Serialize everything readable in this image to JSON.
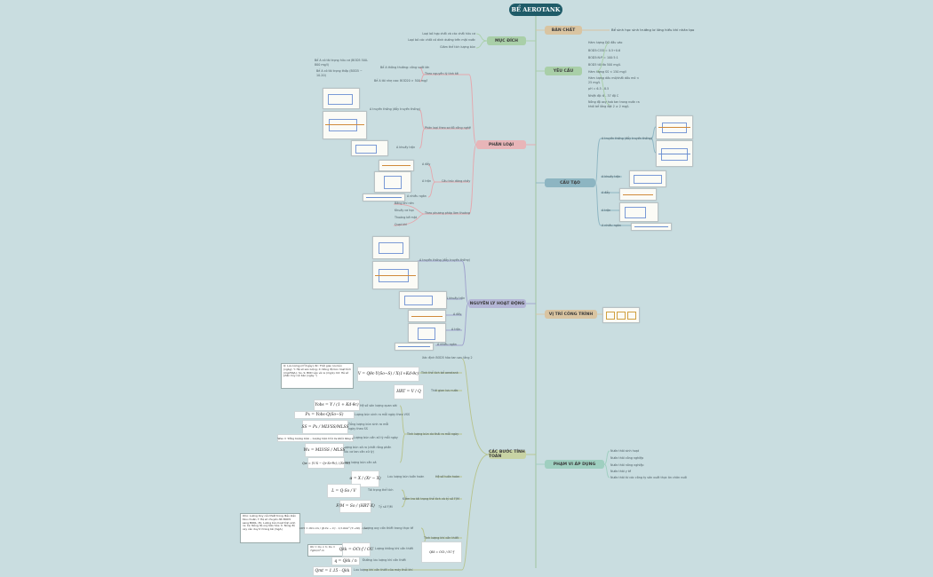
{
  "title": "BỂ AEROTANK",
  "colors": {
    "root": "#1f5b68",
    "tan": "#d9c4a1",
    "green": "#a9cfa8",
    "blue": "#8db5c2",
    "pink": "#e8b5b8",
    "purple": "#b4b6d6",
    "olive": "#c8d3a4",
    "teal": "#9fcfc0",
    "line_right": "#9cc29a",
    "line_pink": "#e5a7ad",
    "line_purple": "#9ea1cc",
    "line_olive": "#b7c38d"
  },
  "right": {
    "ban_chat": {
      "label": "BẢN CHẤT",
      "text": "Bể sinh học sinh trưởng lơ lửng hiếu khí nhân tạo"
    },
    "yeu_cau": {
      "label": "YÊU CẦU",
      "items": [
        "Hàm lượng DO đầu vào",
        "BOD5:COD = 0.5÷0.6",
        "BOD5:N:P = 100:5:1",
        "BOD5 tối đa 500 mg/L",
        "Hàm lượng SS < 150 mg/l",
        "Hàm lượng dầu mỡ/chất dầu mỏ < 25 mg/L",
        "pH = 6.5 - 8.5",
        "Nhiệt độ: 6 - 37 độ C",
        "Nồng độ oxy hoà tan trong nước ra khỏi bể lắng đợt 2 ≥ 2 mg/L"
      ]
    },
    "cau_tao": {
      "label": "CẤU TẠO",
      "items": [
        "A truyền thống (đẩy truyền thống)",
        "A khuấy trộn",
        "A đẩy",
        "A trộn",
        "A nhiều ngăn"
      ]
    },
    "vi_tri": {
      "label": "VỊ TRÍ CÔNG TRÌNH"
    },
    "pham_vi": {
      "label": "PHẠM VI ÁP DỤNG",
      "items": [
        "Nước thải sinh hoạt",
        "Nước thải công nghiệp",
        "Nước thải nông nghiệp",
        "Nước thải y tế",
        "Nước thải từ các công ty sản xuất thực ăn chăn nuôi"
      ]
    }
  },
  "left": {
    "muc_dich": {
      "label": "MỤC ĐÍCH",
      "items": [
        "Loại bỏ hợp chất và các chất hữu cơ",
        "Loại bỏ các chất có dinh dưỡng trên mặt nước",
        "Giảm thể tích lượng bùn"
      ]
    },
    "phan_loai": {
      "label": "PHÂN LOẠI",
      "theo_tai": "Theo nguyên lý tính tải",
      "tai_thap": "Bể A thông thường: công suất lớn",
      "tai_cao": "Bể A tải nhẹ cao: BOD20 > 500 mg/l",
      "tai_note1": "Bể A có tải trọng hữu cơ (BOD5 500-800 mg/l)",
      "tai_note2": "Bể A có tải trọng thấp (BOD5 ~ 10-20)",
      "theo_so_do": "Phân loại theo sơ đồ công nghệ",
      "a_truyen_thong": "A truyền thống (đẩy truyền thống)",
      "a_khuay_tron": "A khuấy trộn",
      "theo_cau_tao": "Cấu trúc dòng chảy",
      "a_day": "A đẩy",
      "a_tron": "A trộn",
      "a_nhieu_ngan": "A nhiều ngăn",
      "theo_phuong_phap": "Theo phương pháp làm thoáng",
      "pp_items": [
        "Bằng khí nén",
        "Khuấy cơ học",
        "Thoáng bề mặt",
        "Quạt khí"
      ]
    },
    "nguyen_ly": {
      "label": "NGUYÊN LÝ HOẠT ĐỘNG",
      "items": [
        "A truyền thống (đẩy truyền thống)",
        "A khuấy trộn",
        "A đẩy",
        "A trộn",
        "A nhiều ngăn"
      ]
    },
    "tinh_toan": {
      "label": "CÁC BƯỚC TÍNH TOÁN",
      "s1": "Xác định BOD5 hòa tan sau lắng 2",
      "s2": "Tính thể tích bể aerotank",
      "s3": "Thời gian lưu nước",
      "s4": "Tính lượng bùn dư thải ra mỗi ngày",
      "s4a": "Hệ số sản lượng quan sát",
      "s4b": "Lượng bùn sinh ra mỗi ngày theo VSS",
      "s4c": "Tổng lượng bùn sinh ra mỗi ngày theo SS",
      "s4d": "Lượng bùn cần xử lý mỗi ngày",
      "s4e": "Lượng bùn xả ra (chất rắng phần hữu cơ tan cần xử lý)",
      "s4f": "Lưu lượng bùn cần xả",
      "s5": "Hệ số tuần hoàn",
      "s5a": "Lưu lượng bùn tuần hoàn",
      "s6": "Kiểm tra tải trọng thể tích và tỷ số F/M",
      "s6a": "Tải trọng thể tích",
      "s6b": "Tỷ số F/M",
      "s7": "Tính lượng khí cần thiết",
      "s7a": "Lượng oxy cần thiết trong thực tế",
      "s7b": "Lượng không khí cần thiết",
      "s7c": "Đường lưu lượng khí cần thiết",
      "s7d": "Lưu lượng khí cần thiết của máy thổi khí",
      "note1": "Q: Lưu lượng (m³/ngày); θc: Thời gian lưu bùn (ngày); Y: Hệ số sản lượng; X: Nồng độ bùn hoạt tính (mgVSS/L); So, S: BOD vào và ra (mg/L); Kd: Hệ số phân hủy nội bào (ngày⁻¹)",
      "note2": "OCo: Lượng Oxy cần thiết trong điều kiện tiêu chuẩn; f: Hệ số chuyển đổi BOD5 sang BODL; Px: Lượng bùn hoạt tính sinh ra; Cs: Nồng độ oxy bão hòa; C: Nồng độ oxy cần duy trì trong bể (mg/L)",
      "note3": "OU = Ou × h; Ou = 7gO₂/m³.m",
      "f_v": "V = Qθc·Y(So−S) / X(1+Kd·θc)",
      "f_hrt": "HRT = V / Q",
      "f_yobs": "Yobs = Y / (1 + Kd·θc)",
      "f_px": "Px = Yobs·Q(So−S)",
      "f_ss": "SS = Px / MLVSS/MLSS",
      "f_ss_label": "Wss = Tổng lượng bùn – Lượng bùn trôi ra khỏi lắng 2",
      "f_wx": "Wx = MLVSS / MLSS",
      "f_qw": "Qw = (V·X − Qr·Xr·θc) / (Xr·θc)",
      "f_alpha": "α = X / (Xr − X)",
      "f_qr": "Qr = α·Q",
      "f_load": "L = Q·So / V",
      "f_fm": "F/M = So / (HRT·X)",
      "f_oc": "OCt = OCo·Cs / (β·Cs − C) · 1/1.024^(T−20) · 1/α",
      "f_qkk": "Qkk = OCt·f / OU",
      "f_q": "q = Qkk / n",
      "f_qmt": "Qmt = 1.15 · Qkk",
      "f_q2": "Qkk = OCt / OU·f"
    }
  }
}
